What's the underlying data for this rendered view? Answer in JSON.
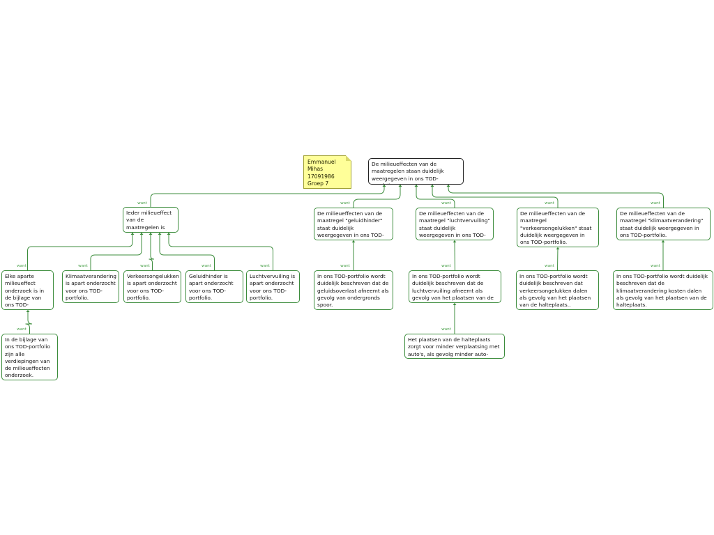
{
  "colors": {
    "connector": "#3c8c3c",
    "label": "#4aa04a",
    "note_bg": "#ffff99"
  },
  "note": {
    "lines": [
      "Emmanuel",
      "Mihas",
      "17091986",
      "Groep 7"
    ]
  },
  "root": {
    "text": "De milieueffecten van de maatregelen staan duidelijk weergegeven in ons TOD-portfolio."
  },
  "relation_label": "want",
  "branches": {
    "b1": {
      "text": "Ieder milieueffect van de maatregelen is apart onderzocht.",
      "children": {
        "c1": {
          "text": "Elke aparte milieueffect onderzoek is in de bijlage van ons TOD-portfolio.",
          "child": {
            "text": "In de bijlage van ons TOD-portfolio zijn alle verdiepingen van de milieueffecten onderzoek."
          }
        },
        "c2": {
          "text": "Klimaatverandering is apart onderzocht voor ons TOD-portfolio."
        },
        "c3": {
          "text": "Verkeersongelukken is apart onderzocht voor ons TOD-portfolio."
        },
        "c4": {
          "text": "Geluidhinder is apart onderzocht voor ons TOD-portfolio."
        },
        "c5": {
          "text": "Luchtvervuiling is apart onderzocht voor ons TOD-portfolio."
        }
      }
    },
    "b2": {
      "text": "De milieueffecten van de maatregel \"geluidhinder\" staat duidelijk weergegeven in ons TOD-portfolio.",
      "child": {
        "text": "In ons TOD-portfolio wordt duidelijk beschreven dat de geluidsoverlast afneemt als gevolg van ondergronds spoor."
      }
    },
    "b3": {
      "text": "De milieueffecten van de maatregel \"luchtvervuiling\" staat duidelijk weergegeven in ons TOD-portfolio.",
      "child": {
        "text": "In ons TOD-portfolio wordt duidelijk beschreven dat de luchtvervuiling afneemt als gevolg van het plaatsen van de halteplaats.",
        "child": {
          "text": "Het plaatsen van de halteplaats zorgt voor minder verplaatsing met auto's, als gevolg minder auto-emissies."
        }
      }
    },
    "b4": {
      "text": "De milieueffecten van de maatregel \"verkeersongelukken\" staat duidelijk weergegeven in ons TOD-portfolio.",
      "child": {
        "text": "In ons TOD-portfolio wordt duidelijk beschreven dat verkeersongelukken dalen als gevolg van het plaatsen van de halteplaats.."
      }
    },
    "b5": {
      "text": "De milieueffecten van de maatregel \"klimaatverandering\" staat duidelijk weergegeven in ons TOD-portfolio.",
      "child": {
        "text": "In ons TOD-portfolio wordt duidelijk beschreven dat de klimaatverandering kosten dalen als gevolg van het plaatsen van de halteplaats."
      }
    }
  }
}
